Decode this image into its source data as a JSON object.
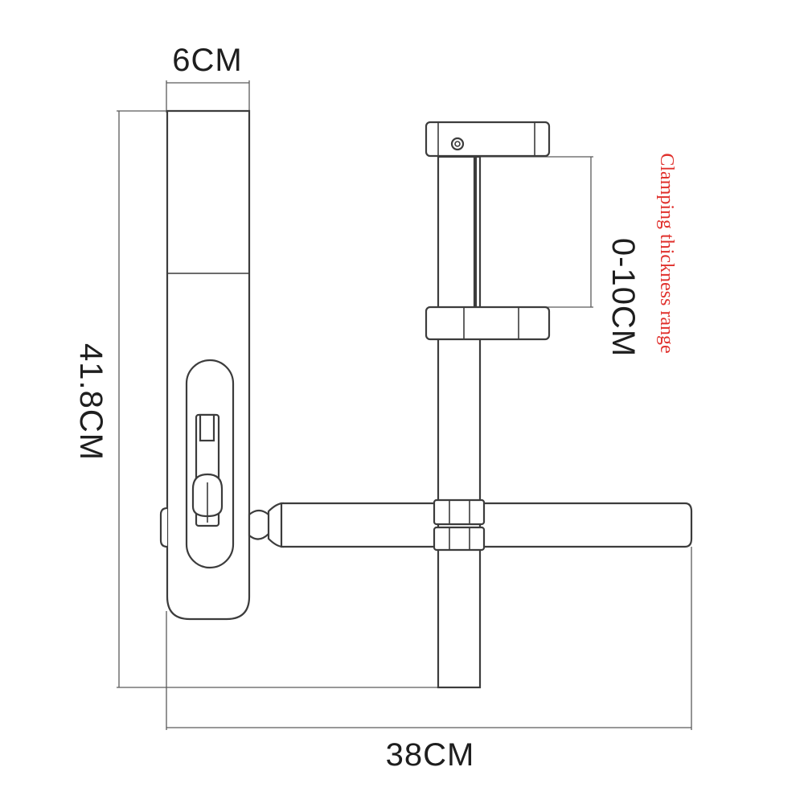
{
  "dimensions": {
    "width_top": "6CM",
    "height_left": "41.8CM",
    "length_bottom": "38CM",
    "clamp_range": "0-10CM"
  },
  "annotation": {
    "text": "Clamping thickness range",
    "color": "#e0302c"
  },
  "colors": {
    "line": "#3c3c3c",
    "dimension_line": "#5a5a5a",
    "text": "#1e1e1e",
    "background": "#ffffff"
  }
}
